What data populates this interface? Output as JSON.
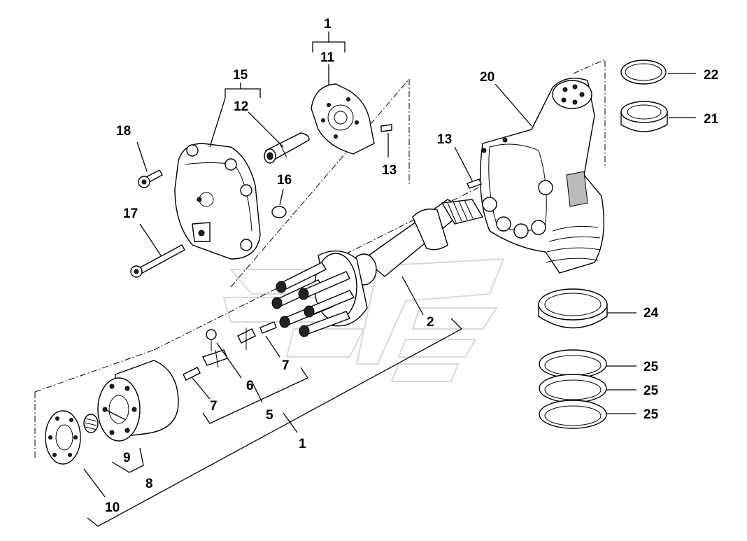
{
  "diagram": {
    "labels": {
      "l1_top": "1",
      "l11": "11",
      "l15": "15",
      "l12": "12",
      "l18": "18",
      "l16": "16",
      "l17": "17",
      "l13_left": "13",
      "l13_mid": "13",
      "l20": "20",
      "l22": "22",
      "l21": "21",
      "l24": "24",
      "l2": "2",
      "l7_right": "7",
      "l6": "6",
      "l7_left": "7",
      "l5": "5",
      "l1_bottom": "1",
      "l9": "9",
      "l8": "8",
      "l10": "10",
      "l25_a": "25",
      "l25_b": "25",
      "l25_c": "25"
    }
  }
}
